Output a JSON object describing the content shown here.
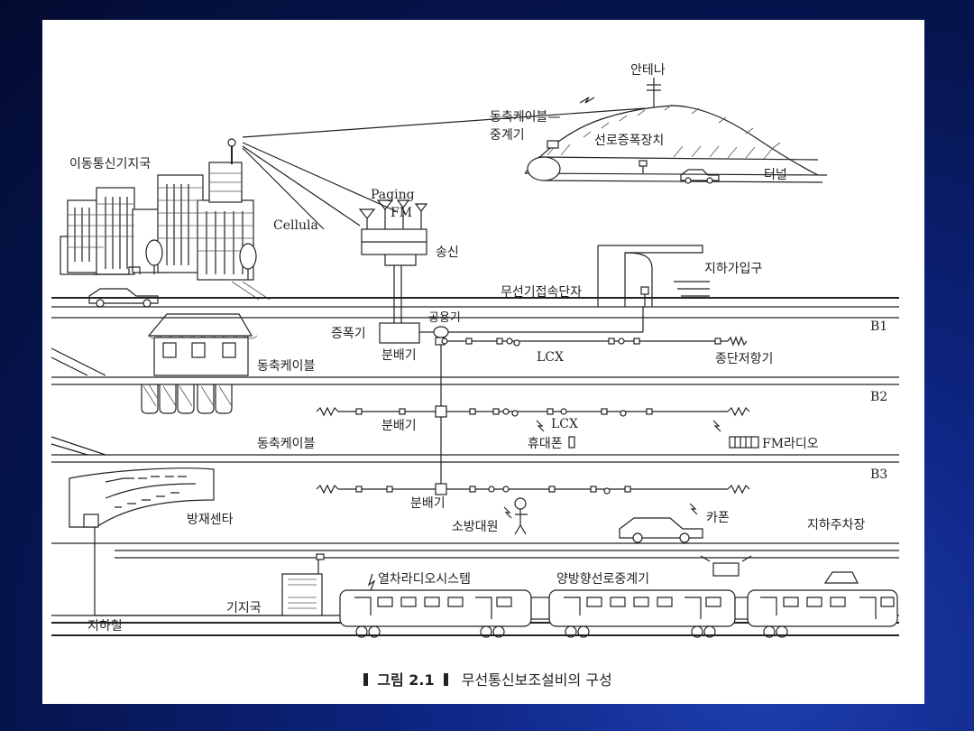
{
  "labels": {
    "antenna": "안테나",
    "coax_repeater_1": "동축케이블—",
    "coax_repeater_2": "중계기",
    "line_amp": "선로증폭장치",
    "tunnel": "터널",
    "base_station_top": "이동통신기지국",
    "paging": "Paging",
    "fm": "FM",
    "cellula": "Cellula",
    "transmit": "송신",
    "subway_entrance": "지하가입구",
    "wireless_terminal": "무선기접속단자",
    "amplifier": "증폭기",
    "combiner": "공용기",
    "splitter_b1": "분배기",
    "lcx_b1": "LCX",
    "coax_b1": "동축케이블",
    "terminator": "종단저항기",
    "splitter_b2": "분배기",
    "lcx_b2": "LCX",
    "coax_b2": "동축케이블",
    "cellphone": "휴대폰",
    "fm_radio": "FM라디오",
    "splitter_b3": "분배기",
    "fire_center": "방재센타",
    "firefighter": "소방대원",
    "carphone": "카폰",
    "parking": "지하주차장",
    "train_radio": "열차라디오시스템",
    "bidir_repeater": "양방향선로중계기",
    "base_station_bottom": "기지국",
    "subway": "지하철",
    "level_b1": "B1",
    "level_b2": "B2",
    "level_b3": "B3"
  },
  "caption": {
    "figure": "그림 2.1",
    "title": "무선통신보조설비의 구성"
  }
}
